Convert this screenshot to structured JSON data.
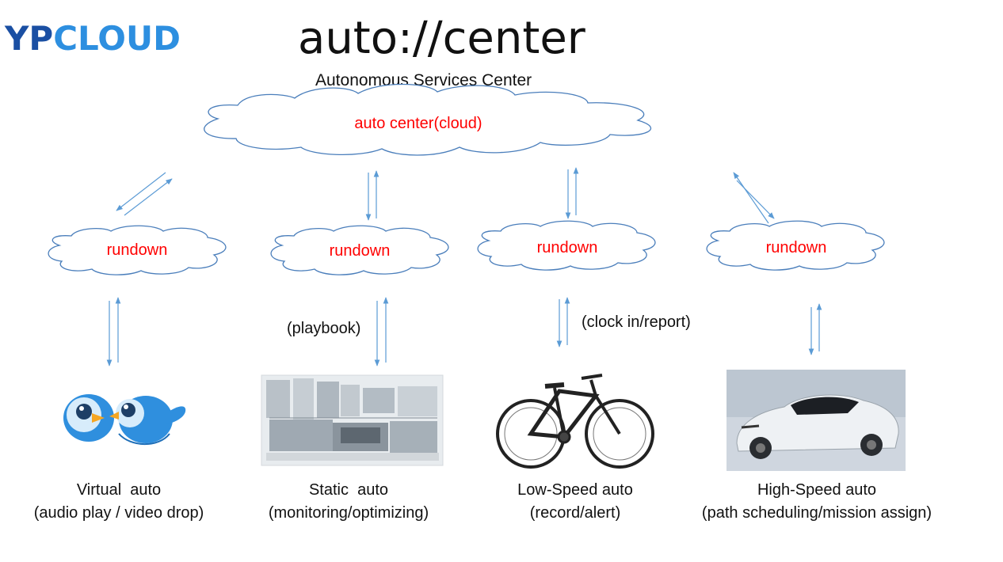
{
  "brand": {
    "logo_part1": "YP",
    "logo_part2": "CLOUD"
  },
  "header": {
    "title": "auto://center",
    "subtitle": "Autonomous Services Center"
  },
  "center_cloud": {
    "label": "auto center(cloud)"
  },
  "rundown_nodes": [
    {
      "label": "rundown"
    },
    {
      "label": "rundown"
    },
    {
      "label": "rundown"
    },
    {
      "label": "rundown"
    }
  ],
  "edge_labels": {
    "playbook": "(playbook)",
    "clock_in": "(clock in/report)"
  },
  "autos": [
    {
      "name": "Virtual  auto",
      "role": "(audio play / video drop)",
      "image": "birds-logo"
    },
    {
      "name": "Static  auto",
      "role": "(monitoring/optimizing)",
      "image": "factory-machinery"
    },
    {
      "name": "Low-Speed auto",
      "role": "(record/alert)",
      "image": "bicycle"
    },
    {
      "name": "High-Speed auto",
      "role": "(path scheduling/mission assign)",
      "image": "sports-car"
    }
  ],
  "colors": {
    "arrow": "#5b9bd5",
    "cloud_stroke": "#4a7ebb",
    "label_red": "#ff0000"
  }
}
